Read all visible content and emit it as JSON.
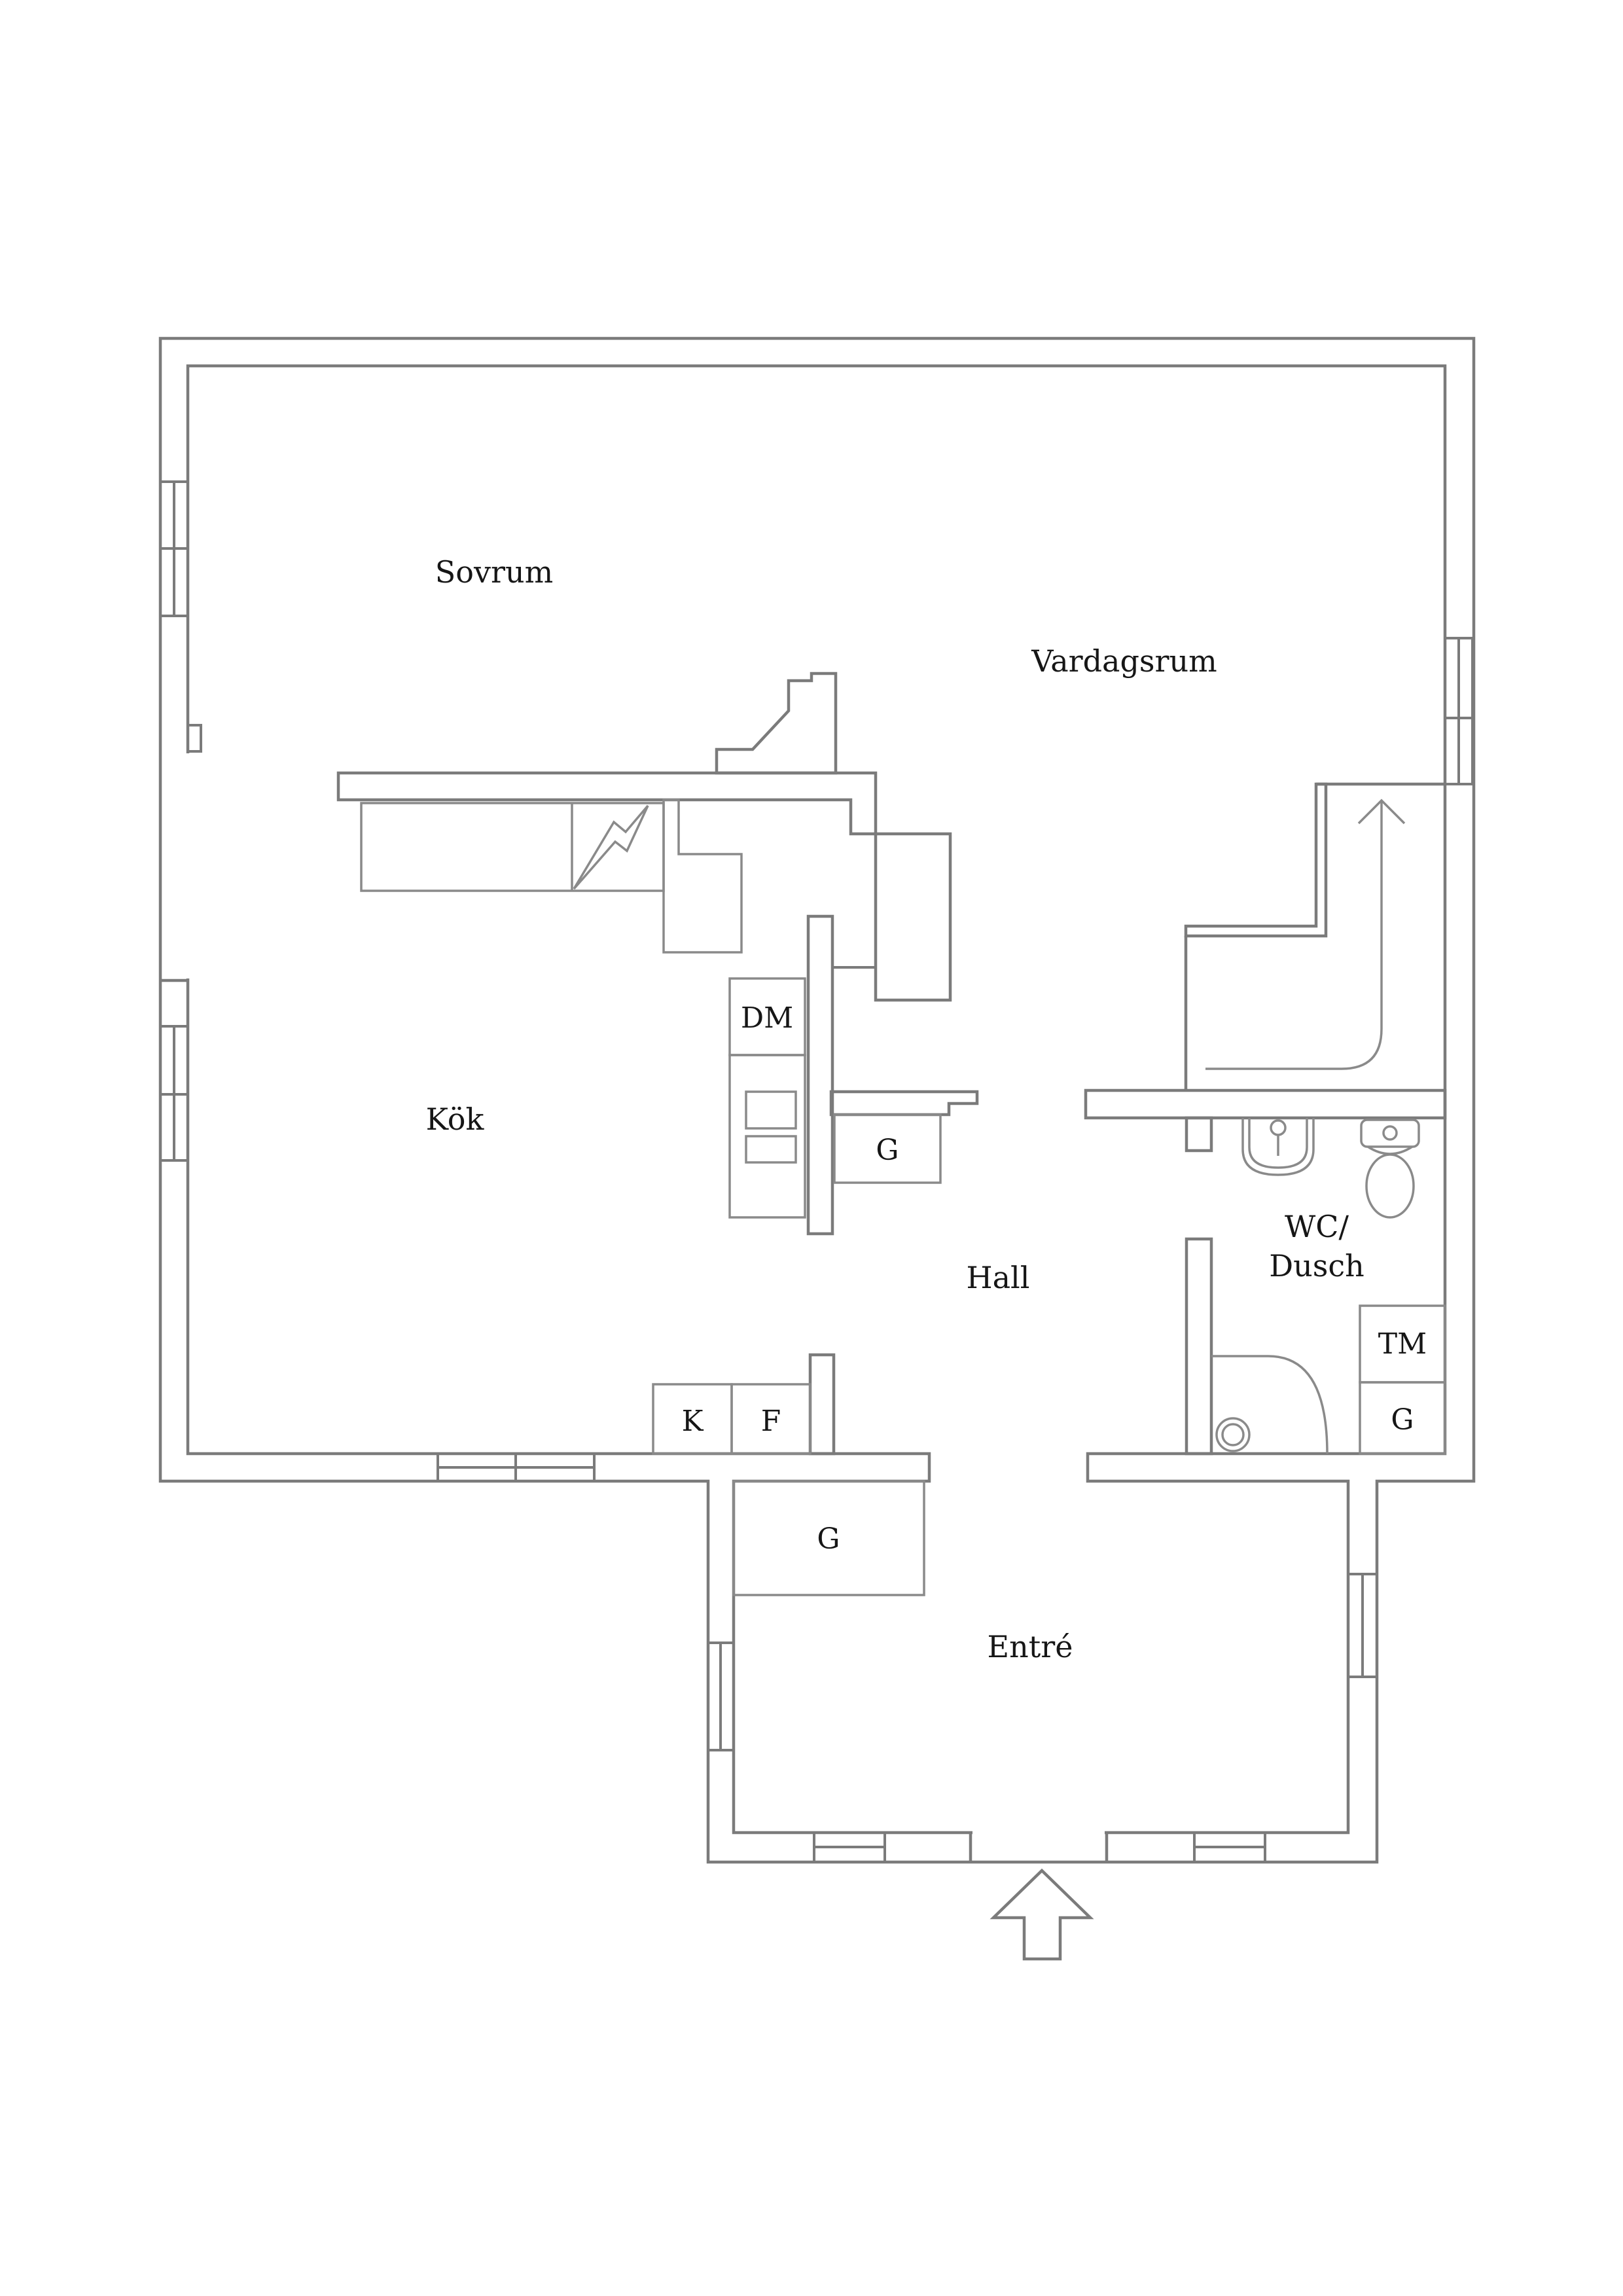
{
  "colors": {
    "background": "#ffffff",
    "linework": "#7b7b7b",
    "fixture_linework": "#8a8a8a",
    "label_text": "#161616"
  },
  "rooms": {
    "sovrum": "Sovrum",
    "vardagsrum": "Vardagsrum",
    "kok": "Kök",
    "hall": "Hall",
    "wc_dusch_line1": "WC/",
    "wc_dusch_line2": "Dusch",
    "entre": "Entré"
  },
  "labels": {
    "dishwasher": "DM",
    "wardrobe_hall": "G",
    "fridge": "K",
    "freezer": "F",
    "washing_machine": "TM",
    "wardrobe_wc": "G",
    "wardrobe_entre": "G"
  }
}
